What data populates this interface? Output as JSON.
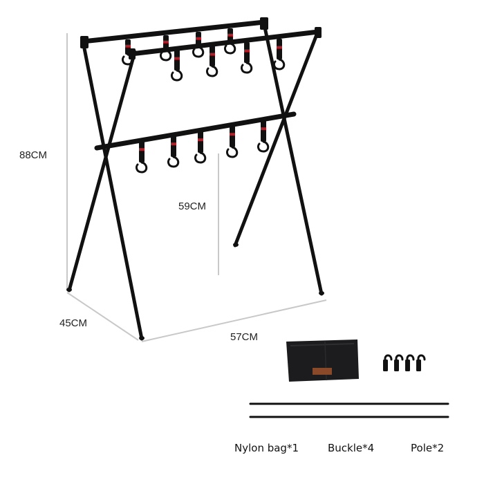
{
  "dimensions": {
    "height": "88CM",
    "inner_height": "59CM",
    "depth": "45CM",
    "width": "57CM"
  },
  "accessories": {
    "bag": "Nylon bag*1",
    "buckle": "Buckle*4",
    "pole": "Pole*2"
  },
  "colors": {
    "frame": "#111111",
    "dimension_line": "#c8c8c8",
    "hook_strap": "#b0202a",
    "bag": "#1c1c1e",
    "bag_tag": "#8a4a2a"
  }
}
